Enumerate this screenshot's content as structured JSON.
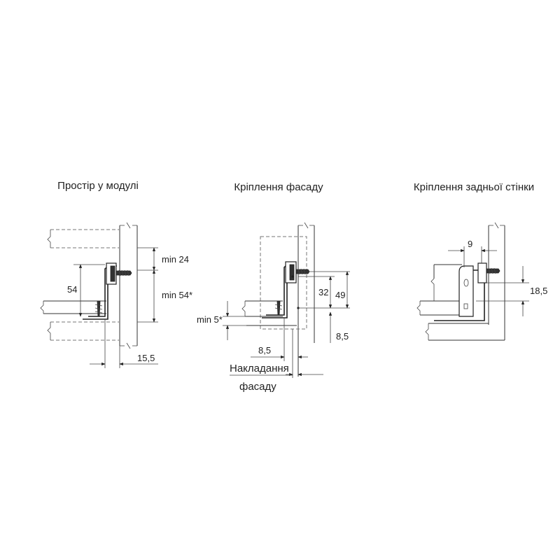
{
  "panels": [
    {
      "title": "Простір у модулі",
      "dims": {
        "a": "min 24",
        "b": "54",
        "c": "min 54*",
        "d": "15,5"
      }
    },
    {
      "title": "Кріплення фасаду",
      "dims": {
        "a": "32",
        "b": "49",
        "c": "min 5*",
        "d": "8,5",
        "e": "8,5"
      },
      "caption_line1": "Накладання",
      "caption_line2": "фасаду"
    },
    {
      "title": "Кріплення задньої стінки",
      "dims": {
        "a": "9",
        "b": "18,5"
      }
    }
  ]
}
